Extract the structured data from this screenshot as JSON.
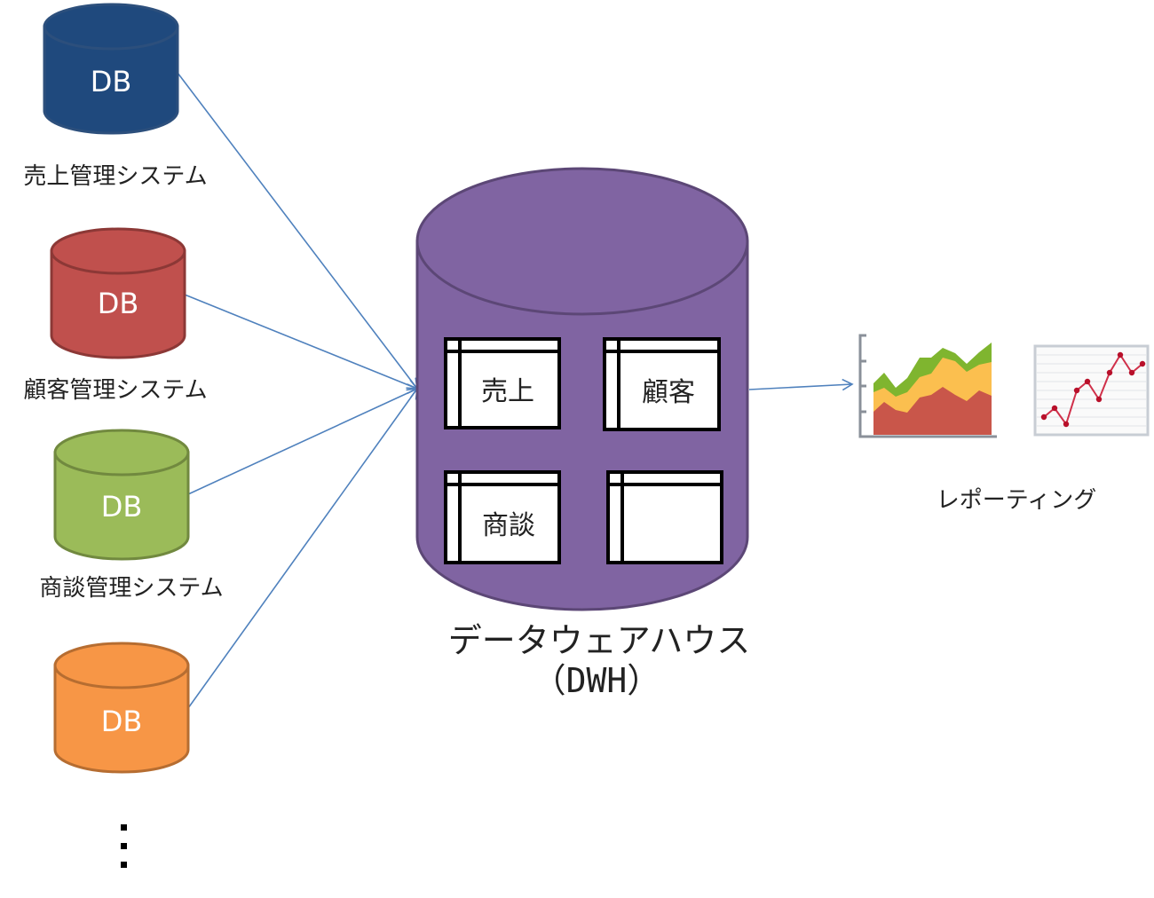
{
  "sources": [
    {
      "db_label": "DB",
      "system_label": "売上管理システム",
      "fill": "#1f497d",
      "stroke": "#2c4f7c"
    },
    {
      "db_label": "DB",
      "system_label": "顧客管理システム",
      "fill": "#c0504d",
      "stroke": "#8c3836"
    },
    {
      "db_label": "DB",
      "system_label": "商談管理システム",
      "fill": "#9bbb59",
      "stroke": "#71893f"
    },
    {
      "db_label": "DB",
      "system_label": "",
      "fill": "#f79646",
      "stroke": "#b66d31"
    }
  ],
  "more_indicator": "⋮",
  "dwh": {
    "title": "データウェアハウス",
    "subtitle": "（DWH）",
    "fill": "#8064a2",
    "stroke": "#5c4776",
    "tables": [
      {
        "label": "売上"
      },
      {
        "label": "顧客"
      },
      {
        "label": "商談"
      },
      {
        "label": ""
      }
    ]
  },
  "reporting": {
    "label": "レポーティング",
    "area_chart_icon": "stacked-area-chart-icon",
    "line_chart_icon": "line-chart-icon"
  },
  "colors": {
    "arrow": "#4f81bd",
    "area_red": "#c9564a",
    "area_yellow": "#fbbf4f",
    "area_green": "#7fb52f",
    "line_red": "#d0304a"
  }
}
